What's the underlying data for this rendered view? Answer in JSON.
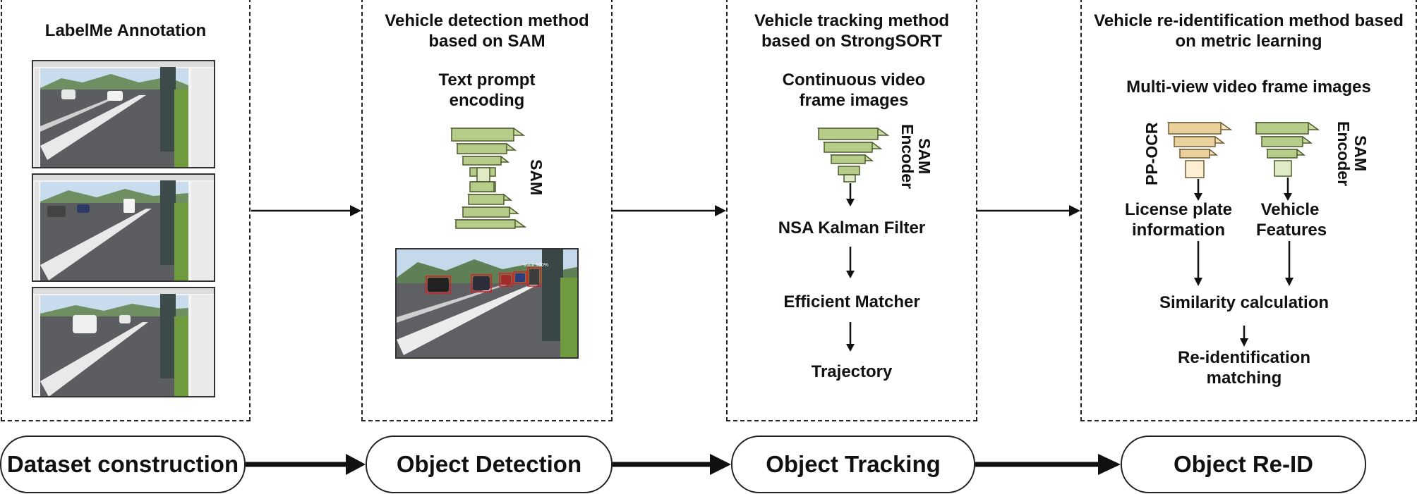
{
  "stages": {
    "dataset": "Dataset construction",
    "detection": "Object Detection",
    "tracking": "Object Tracking",
    "reid": "Object Re-ID"
  },
  "panel1": {
    "title": "LabelMe Annotation"
  },
  "panel2": {
    "title": "Vehicle detection method based on SAM",
    "subtitle": "Text prompt encoding",
    "model_label": "SAM",
    "image_tag": "truck 100%"
  },
  "panel3": {
    "title": "Vehicle tracking method based on StrongSORT",
    "subtitle": "Continuous video frame images",
    "encoder_label": "SAM Encoder",
    "step1": "NSA Kalman Filter",
    "step2": "Efficient Matcher",
    "step3": "Trajectory"
  },
  "panel4": {
    "title": "Vehicle re-identification method based on metric learning",
    "subtitle": "Multi-view video frame images",
    "ocr_label": "PP-OCR",
    "encoder_label": "SAM Encoder",
    "branch_left": "License plate information",
    "branch_right": "Vehicle Features",
    "step1": "Similarity calculation",
    "step2": "Re-identification matching"
  },
  "colors": {
    "encoder_green": "#c8dca0",
    "encoder_stroke": "#4d5a2e",
    "ocr_yellow": "#f6e3b8",
    "ocr_stroke": "#6e5b34",
    "border": "#222222"
  }
}
